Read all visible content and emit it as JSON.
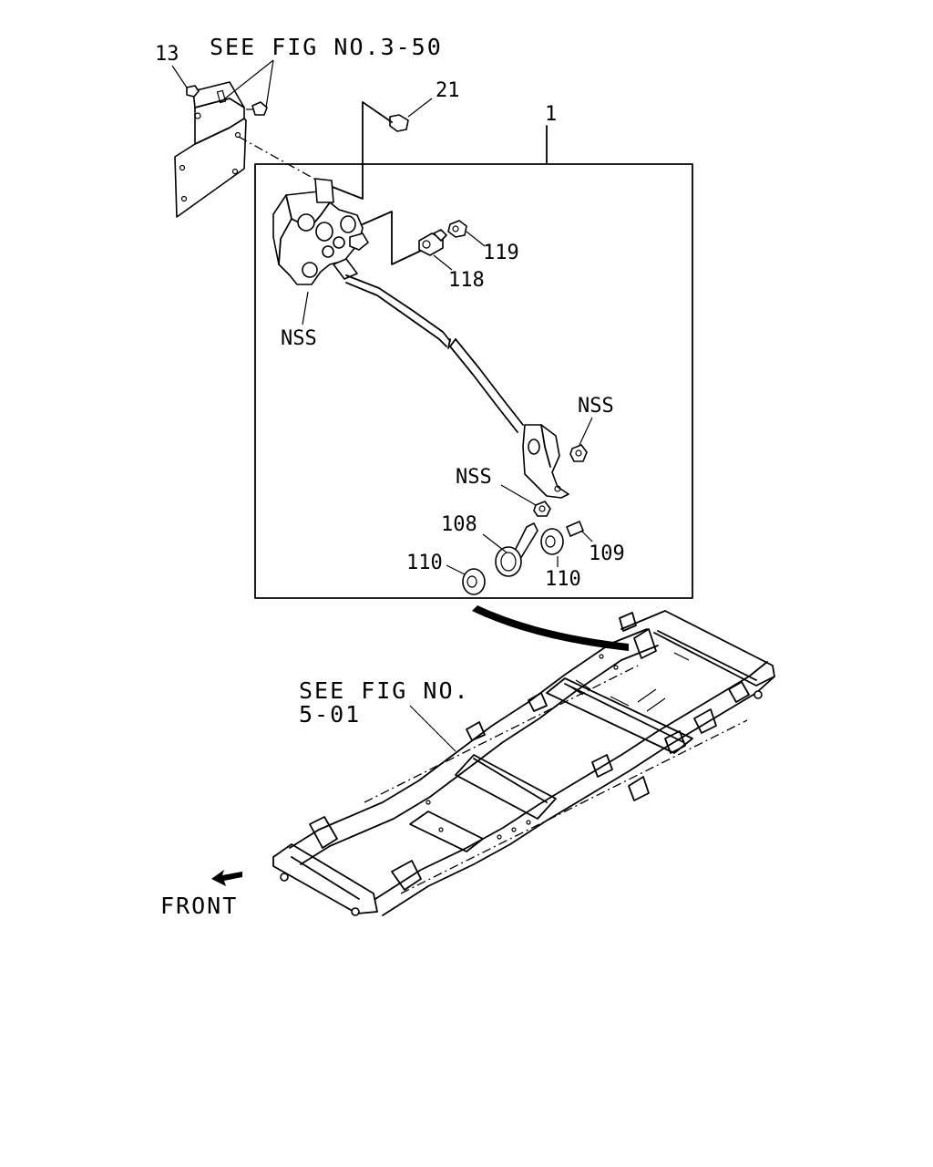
{
  "labels": {
    "see_fig_3_50": "SEE FIG NO.3-50",
    "part_13": "13",
    "part_21": "21",
    "part_1": "1",
    "part_119": "119",
    "part_118": "118",
    "nss_top": "NSS",
    "nss_right": "NSS",
    "nss_mid": "NSS",
    "part_108": "108",
    "part_109": "109",
    "part_110_left": "110",
    "part_110_right": "110",
    "see_fig_5_01_line1": "SEE FIG NO.",
    "see_fig_5_01_line2": "5-01",
    "front": "FRONT"
  }
}
